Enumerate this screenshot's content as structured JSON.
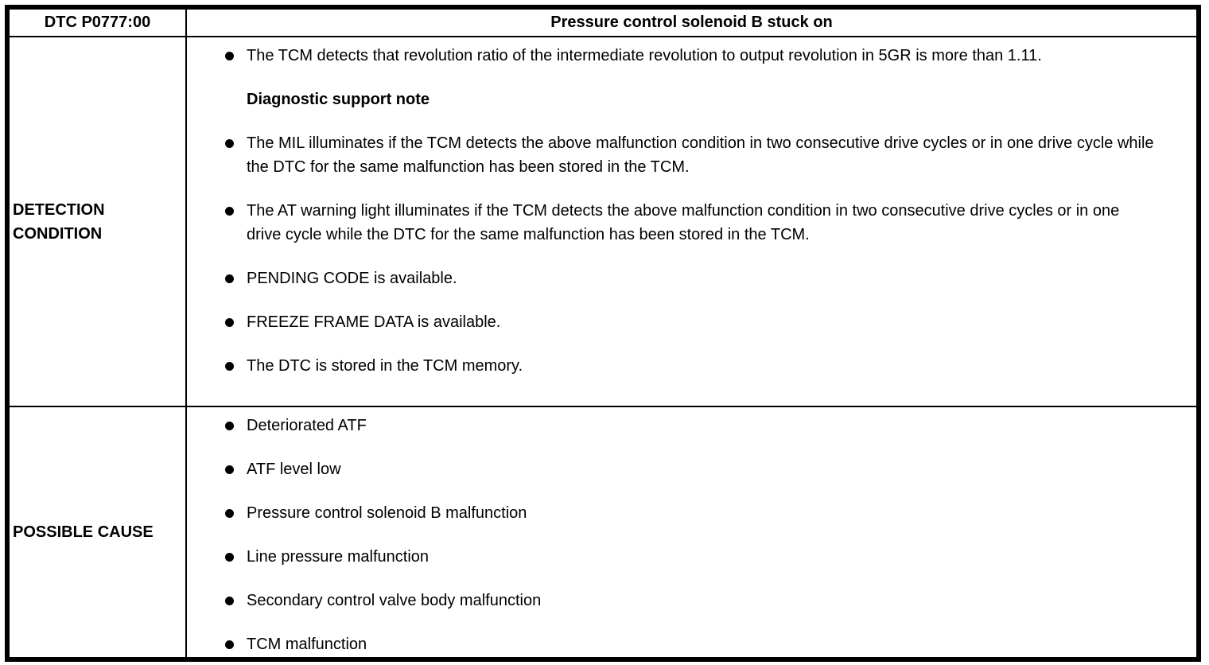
{
  "header": {
    "code": "DTC P0777:00",
    "title": "Pressure control solenoid B stuck on"
  },
  "rows": [
    {
      "label": "DETECTION CONDITION",
      "items": [
        {
          "type": "bullet",
          "text": "The TCM detects that revolution ratio of the intermediate revolution to output revolution in 5GR is more than 1.11."
        },
        {
          "type": "heading",
          "text": "Diagnostic support note"
        },
        {
          "type": "bullet",
          "text": "The MIL illuminates if the TCM detects the above malfunction condition in two consecutive drive cycles or in one drive cycle while the DTC for the same malfunction has been stored in the TCM."
        },
        {
          "type": "bullet",
          "text": "The AT warning light illuminates if the TCM detects the above malfunction condition in two consecutive drive cycles or in one drive cycle while the DTC for the same malfunction has been stored in the TCM."
        },
        {
          "type": "bullet",
          "text": "PENDING CODE is available."
        },
        {
          "type": "bullet",
          "text": "FREEZE FRAME DATA is available."
        },
        {
          "type": "bullet",
          "text": "The DTC is stored in the TCM memory."
        }
      ]
    },
    {
      "label": "POSSIBLE CAUSE",
      "items": [
        {
          "type": "bullet",
          "text": "Deteriorated ATF"
        },
        {
          "type": "bullet",
          "text": "ATF level low"
        },
        {
          "type": "bullet",
          "text": "Pressure control solenoid B malfunction"
        },
        {
          "type": "bullet",
          "text": "Line pressure malfunction"
        },
        {
          "type": "bullet",
          "text": "Secondary control valve body malfunction"
        },
        {
          "type": "bullet",
          "text": "TCM malfunction"
        }
      ]
    }
  ],
  "colors": {
    "border": "#000000",
    "background": "#ffffff",
    "text": "#000000"
  }
}
